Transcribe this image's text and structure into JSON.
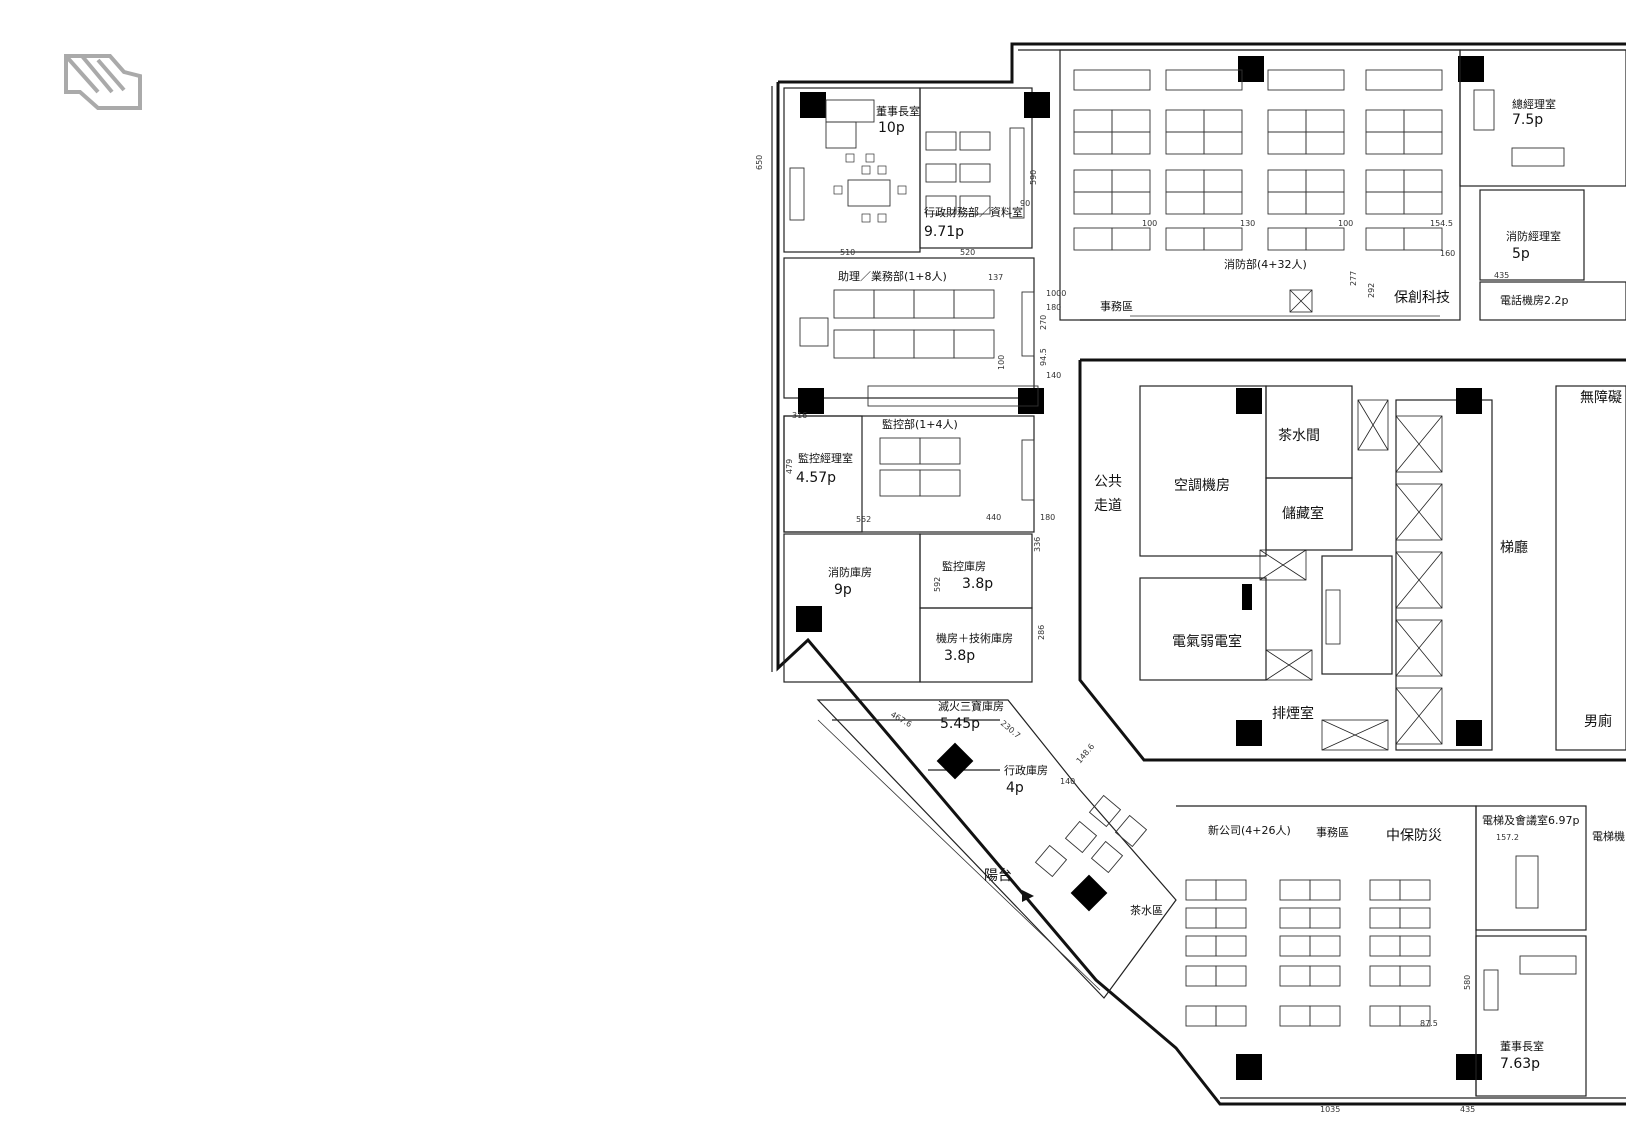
{
  "drawing": {
    "type": "office floor plan",
    "text": {
      "chairman_room": "董事長室",
      "chairman_area": "10p",
      "admin_finance": "行政財務部／資料室",
      "admin_finance_area": "9.71p",
      "assistant_dept": "助理／業務部(1+8人)",
      "fire_dept": "消防部(4+32人)",
      "gm_room": "總經理室",
      "gm_area": "7.5p",
      "fire_mgr_room": "消防經理室",
      "fire_mgr_area": "5p",
      "elec_room_r": "電話機房2.2p",
      "office_area": "事務區",
      "security_tech": "保創科技",
      "monitor_dept": "監控部(1+4人)",
      "monitor_mgr": "監控經理室",
      "monitor_mgr_area": "4.57p",
      "public": "公共",
      "corridor": "走道",
      "ac_room": "空調機房",
      "pantry": "茶水間",
      "storage": "儲藏室",
      "lobby": "梯廳",
      "disabled_wc": "無障礙",
      "elec_room": "電氣弱電室",
      "smoke_room": "排煙室",
      "male_wc": "男廁",
      "fire_store": "消防庫房",
      "fire_store_area": "9p",
      "monitor_store": "監控庫房",
      "monitor_store_area": "3.8p",
      "machine_store": "機房＋技術庫房",
      "machine_store_area": "3.8p",
      "extinguish_store": "滅火三寶庫房",
      "extinguish_store_area": "5.45p",
      "admin_store": "行政庫房",
      "admin_store_area": "4p",
      "balcony": "陽台",
      "new_office": "新公司(4+26人)",
      "office_area2": "事務區",
      "cn_security": "中保防災",
      "tea_area": "茶水區",
      "meeting_room": "電梯及會議室6.97p",
      "chairman2": "董事長室",
      "chairman2_area": "7.63p",
      "elec2": "電梯機"
    },
    "dims": [
      "650",
      "510",
      "520",
      "137",
      "590",
      "90",
      "100",
      "130",
      "100",
      "154.5",
      "160",
      "277",
      "292",
      "435",
      "1000",
      "180",
      "270",
      "140",
      "94.5",
      "100",
      "316",
      "479",
      "440",
      "552",
      "336",
      "286",
      "592",
      "1035",
      "435",
      "157.2",
      "87.5",
      "580",
      "140",
      "467.6",
      "230.7",
      "148.6",
      "180"
    ]
  }
}
